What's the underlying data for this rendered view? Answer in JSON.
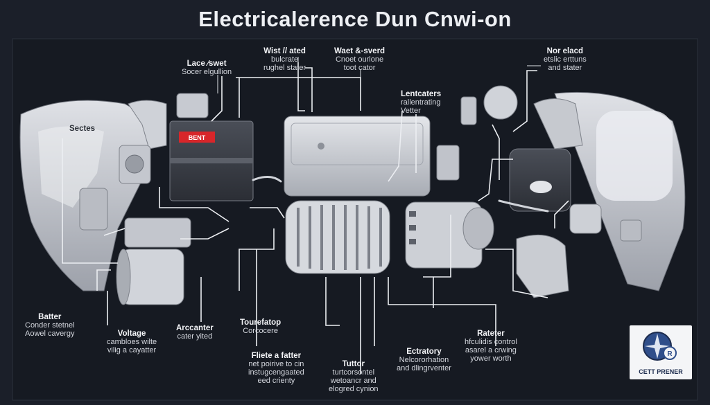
{
  "title": "Electricalerence Dun Cnwi-on",
  "labels": {
    "lace": {
      "title": "Lace ∕swet",
      "sub": [
        "Socer elgullion"
      ]
    },
    "wist": {
      "title": "Wist // ated",
      "sub": [
        "bulcrate",
        "rughel stater"
      ]
    },
    "waet": {
      "title": "Waet &-sverd",
      "sub": [
        "Cnoet ourlone",
        "toot cator"
      ]
    },
    "norelaed": {
      "title": "Nor elacd",
      "sub": [
        "etslic erttuns",
        "and stater"
      ]
    },
    "lentcaters": {
      "title": "Lentcaters",
      "sub": [
        "rallentrating",
        "Vetter"
      ]
    },
    "sectes": {
      "title": "Sectes",
      "sub": []
    },
    "batter": {
      "title": "Batter",
      "sub": [
        "Conder stetnel",
        "Aowel cavergy"
      ]
    },
    "voltage": {
      "title": "Voltage",
      "sub": [
        "cambloes wilte",
        "vilig a cayatter"
      ]
    },
    "arccanter": {
      "title": "Arccanter",
      "sub": [
        "cater yited"
      ]
    },
    "tourefatop": {
      "title": "Tourefatop",
      "sub": [
        "Corcocere"
      ]
    },
    "fliete": {
      "title": "Fliete a fatter",
      "sub": [
        "net poirive to cin",
        "instugcengaated",
        "eed crienty"
      ]
    },
    "tuttor": {
      "title": "Tuttor",
      "sub": [
        "turtcorsontel",
        "wetoancr and",
        "elogred cynion"
      ]
    },
    "ectratory": {
      "title": "Ectratory",
      "sub": [
        "Nelcororhation",
        "and dlingrventer"
      ]
    },
    "rateter": {
      "title": "Rateter",
      "sub": [
        "hfculidis control",
        "asarel a crwing",
        "yower worth"
      ]
    }
  },
  "battery_tag": "BENT",
  "brand": {
    "name": "CETT PRENER",
    "badge": "R"
  },
  "colors": {
    "background": "#1b1f29",
    "component": "#c9ccd3",
    "wire": "#eceef2",
    "accent": "#d8262a"
  }
}
